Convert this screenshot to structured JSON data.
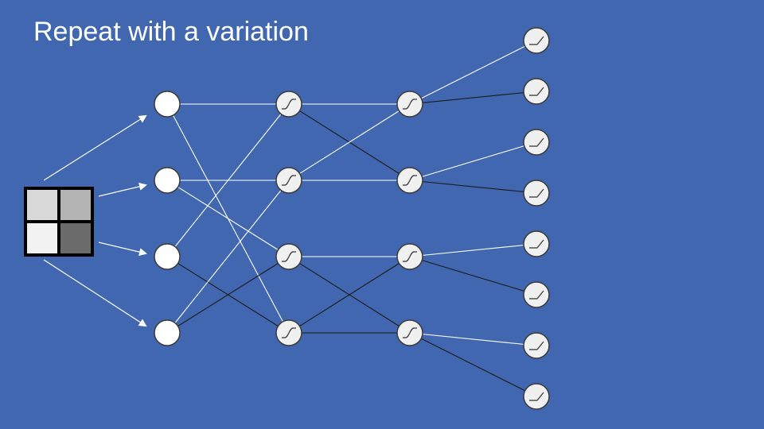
{
  "slide": {
    "title": "Repeat with a variation"
  },
  "colors": {
    "background": "#4167B0",
    "white_link": "#ffffff",
    "dark_link": "#1a1a1a",
    "node_fill": "#ffffff",
    "neuron_fill": "#f0f0f0",
    "pixel_top_left": "#d9d9d9",
    "pixel_top_right": "#b4b4b4",
    "pixel_bottom_left": "#f2f2f2",
    "pixel_bottom_right": "#6c6c6c"
  },
  "network": {
    "input_image": "2x2 grayscale pixel grid",
    "layers": [
      {
        "name": "input",
        "nodes": 4,
        "icon": "none"
      },
      {
        "name": "hidden-1",
        "nodes": 4,
        "icon": "sigmoid-icon"
      },
      {
        "name": "hidden-2",
        "nodes": 4,
        "icon": "sigmoid-icon"
      },
      {
        "name": "output",
        "nodes": 8,
        "icon": "relu-icon"
      }
    ]
  }
}
